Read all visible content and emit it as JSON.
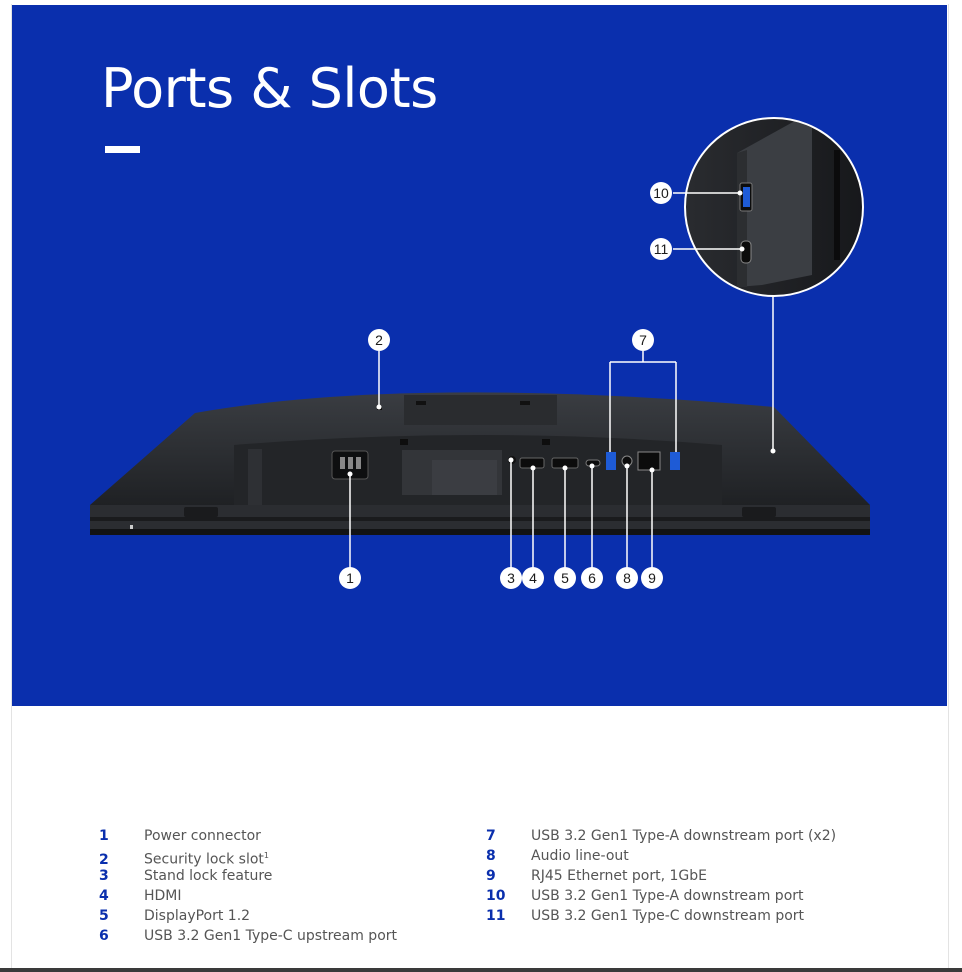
{
  "page": {
    "title": "Ports & Slots",
    "accent_color": "#0a2fad"
  },
  "callouts": [
    "1",
    "2",
    "3",
    "4",
    "5",
    "6",
    "7",
    "8",
    "9",
    "10",
    "11"
  ],
  "specs": {
    "left": [
      {
        "num": "1",
        "label": "Power connector"
      },
      {
        "num": "2",
        "label": "Security lock slot",
        "sup": "1"
      },
      {
        "num": "3",
        "label": "Stand lock feature"
      },
      {
        "num": "4",
        "label": "HDMI"
      },
      {
        "num": "5",
        "label": "DisplayPort 1.2"
      },
      {
        "num": "6",
        "label": "USB 3.2 Gen1 Type-C upstream port"
      }
    ],
    "right": [
      {
        "num": "7",
        "label": "USB 3.2 Gen1 Type-A downstream port (x2)"
      },
      {
        "num": "8",
        "label": "Audio line-out"
      },
      {
        "num": "9",
        "label": "RJ45 Ethernet port, 1GbE"
      },
      {
        "num": "10",
        "label": "USB 3.2 Gen1 Type-A downstream port"
      },
      {
        "num": "11",
        "label": "USB 3.2 Gen1 Type-C downstream port"
      }
    ]
  }
}
